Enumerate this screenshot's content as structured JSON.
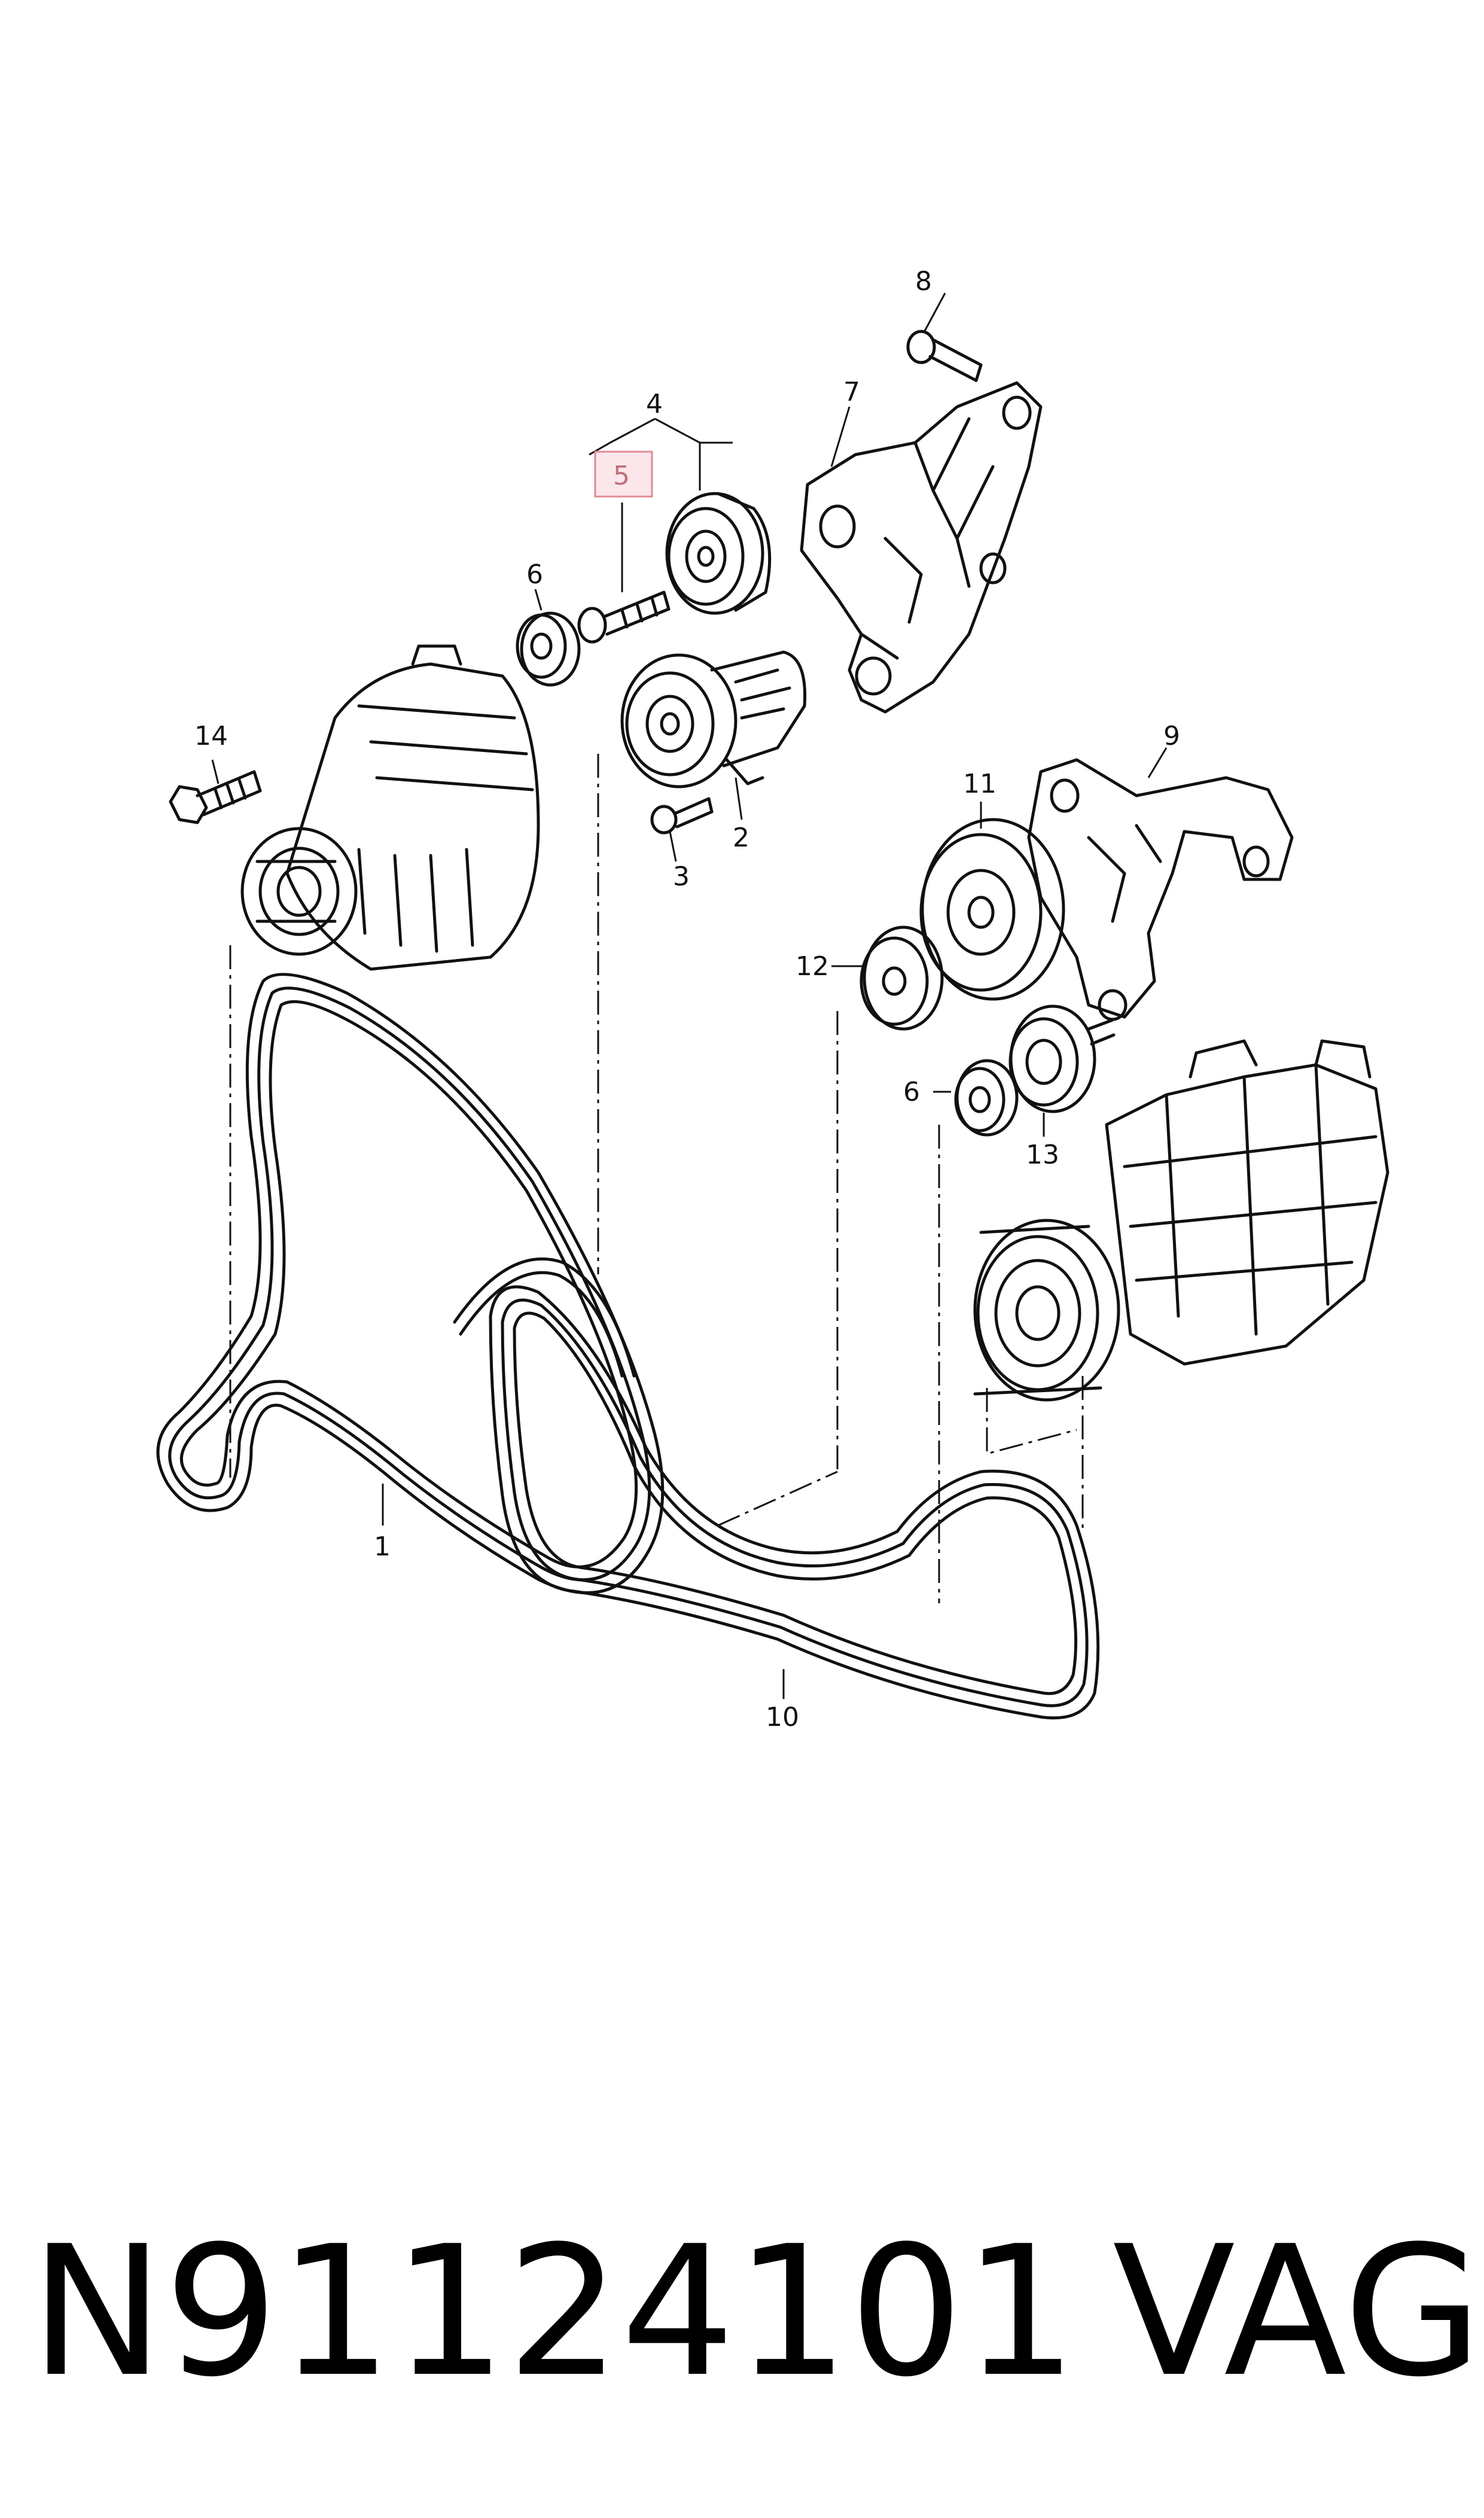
{
  "callouts": [
    {
      "id": "1",
      "label": "1"
    },
    {
      "id": "2",
      "label": "2"
    },
    {
      "id": "3",
      "label": "3"
    },
    {
      "id": "4",
      "label": "4"
    },
    {
      "id": "5",
      "label": "5",
      "highlighted": true
    },
    {
      "id": "6a",
      "label": "6"
    },
    {
      "id": "6b",
      "label": "6"
    },
    {
      "id": "7",
      "label": "7"
    },
    {
      "id": "8",
      "label": "8"
    },
    {
      "id": "9",
      "label": "9"
    },
    {
      "id": "10",
      "label": "10"
    },
    {
      "id": "11",
      "label": "11"
    },
    {
      "id": "12",
      "label": "12"
    },
    {
      "id": "13",
      "label": "13"
    },
    {
      "id": "14",
      "label": "14"
    }
  ],
  "footer": {
    "part_number": "N91124101",
    "brand": "VAG"
  },
  "colors": {
    "highlight_fill": "#fbe7ea",
    "highlight_border": "#e08a95",
    "line": "#111111"
  }
}
